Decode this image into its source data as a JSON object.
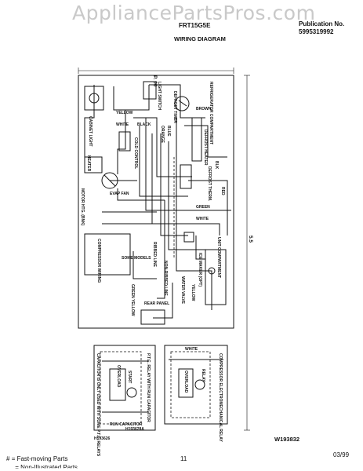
{
  "header": {
    "watermark": "AppliancePartsPros.com",
    "model": "FRT15G5E",
    "publication_label": "Publication No.",
    "publication_number": "5995319992",
    "section_title": "WIRING DIAGRAM"
  },
  "diagram": {
    "dim_top": "P. 00",
    "dim_right": "5.5",
    "labels": {
      "light_switch": "LIGHT SWITCH",
      "cabinet_light": "CABINET LIGHT",
      "yellow": "YELLOW",
      "black": "BLACK",
      "white": "WHITE",
      "defrost_timer": "DEFROST TIMER",
      "refrigerator_compartment": "REFRIGERATOR COMPARTMENT",
      "defrost_heater": "DEFROST HEATER",
      "evap_fan": "EVAP FAN",
      "motor_htr": "MOTOR HTG. (BNK)",
      "heater": "HEATER",
      "orange": "ORANGE",
      "blue": "BLUE",
      "brown": "BROWN",
      "blk": "BLK",
      "red": "RED",
      "green": "GREEN",
      "defrost_therm": "DEFROST THERM.",
      "cold_control": "COLD CONTROL",
      "unit_compartment": "UNIT COMPARTMENT",
      "compressor_wiring": "COMPRESSOR WIRING",
      "some_models": "SOME MODELS",
      "ice_maker": "ICE MAKER (OPT)",
      "water_valve": "WATER VALVE",
      "non_ribbed_line": "NON-RIBBED LINE",
      "ribbed_line": "RIBBED LINE",
      "rear_panel": "REAR PANEL",
      "green_yellow": "GREEN YELLOW",
      "yellow_line": "YELLOW",
      "run_capacitor": "RUN CAPACITOR",
      "ptc_relay_note": "P.T.C. RELAY WITH RUN CAPACITOR",
      "capacitor_note": "CAPACITOR IS ONLY USED WITH SOME P.T.C. RELAYS",
      "overload": "OVERLOAD",
      "start": "START",
      "relay": "RELAY",
      "compressor_em_relay": "COMPRESSOR ELECTROMECHANICAL RELAY",
      "part_code_left": "H193626",
      "part_code_inner": "H193628A",
      "figure_code": "W193832"
    }
  },
  "footer": {
    "legend_1_symbol": "#",
    "legend_1": "= Fast-moving Parts",
    "legend_2": "= Non-Illustrated Parts",
    "page_number": "11",
    "date": "03/99"
  }
}
